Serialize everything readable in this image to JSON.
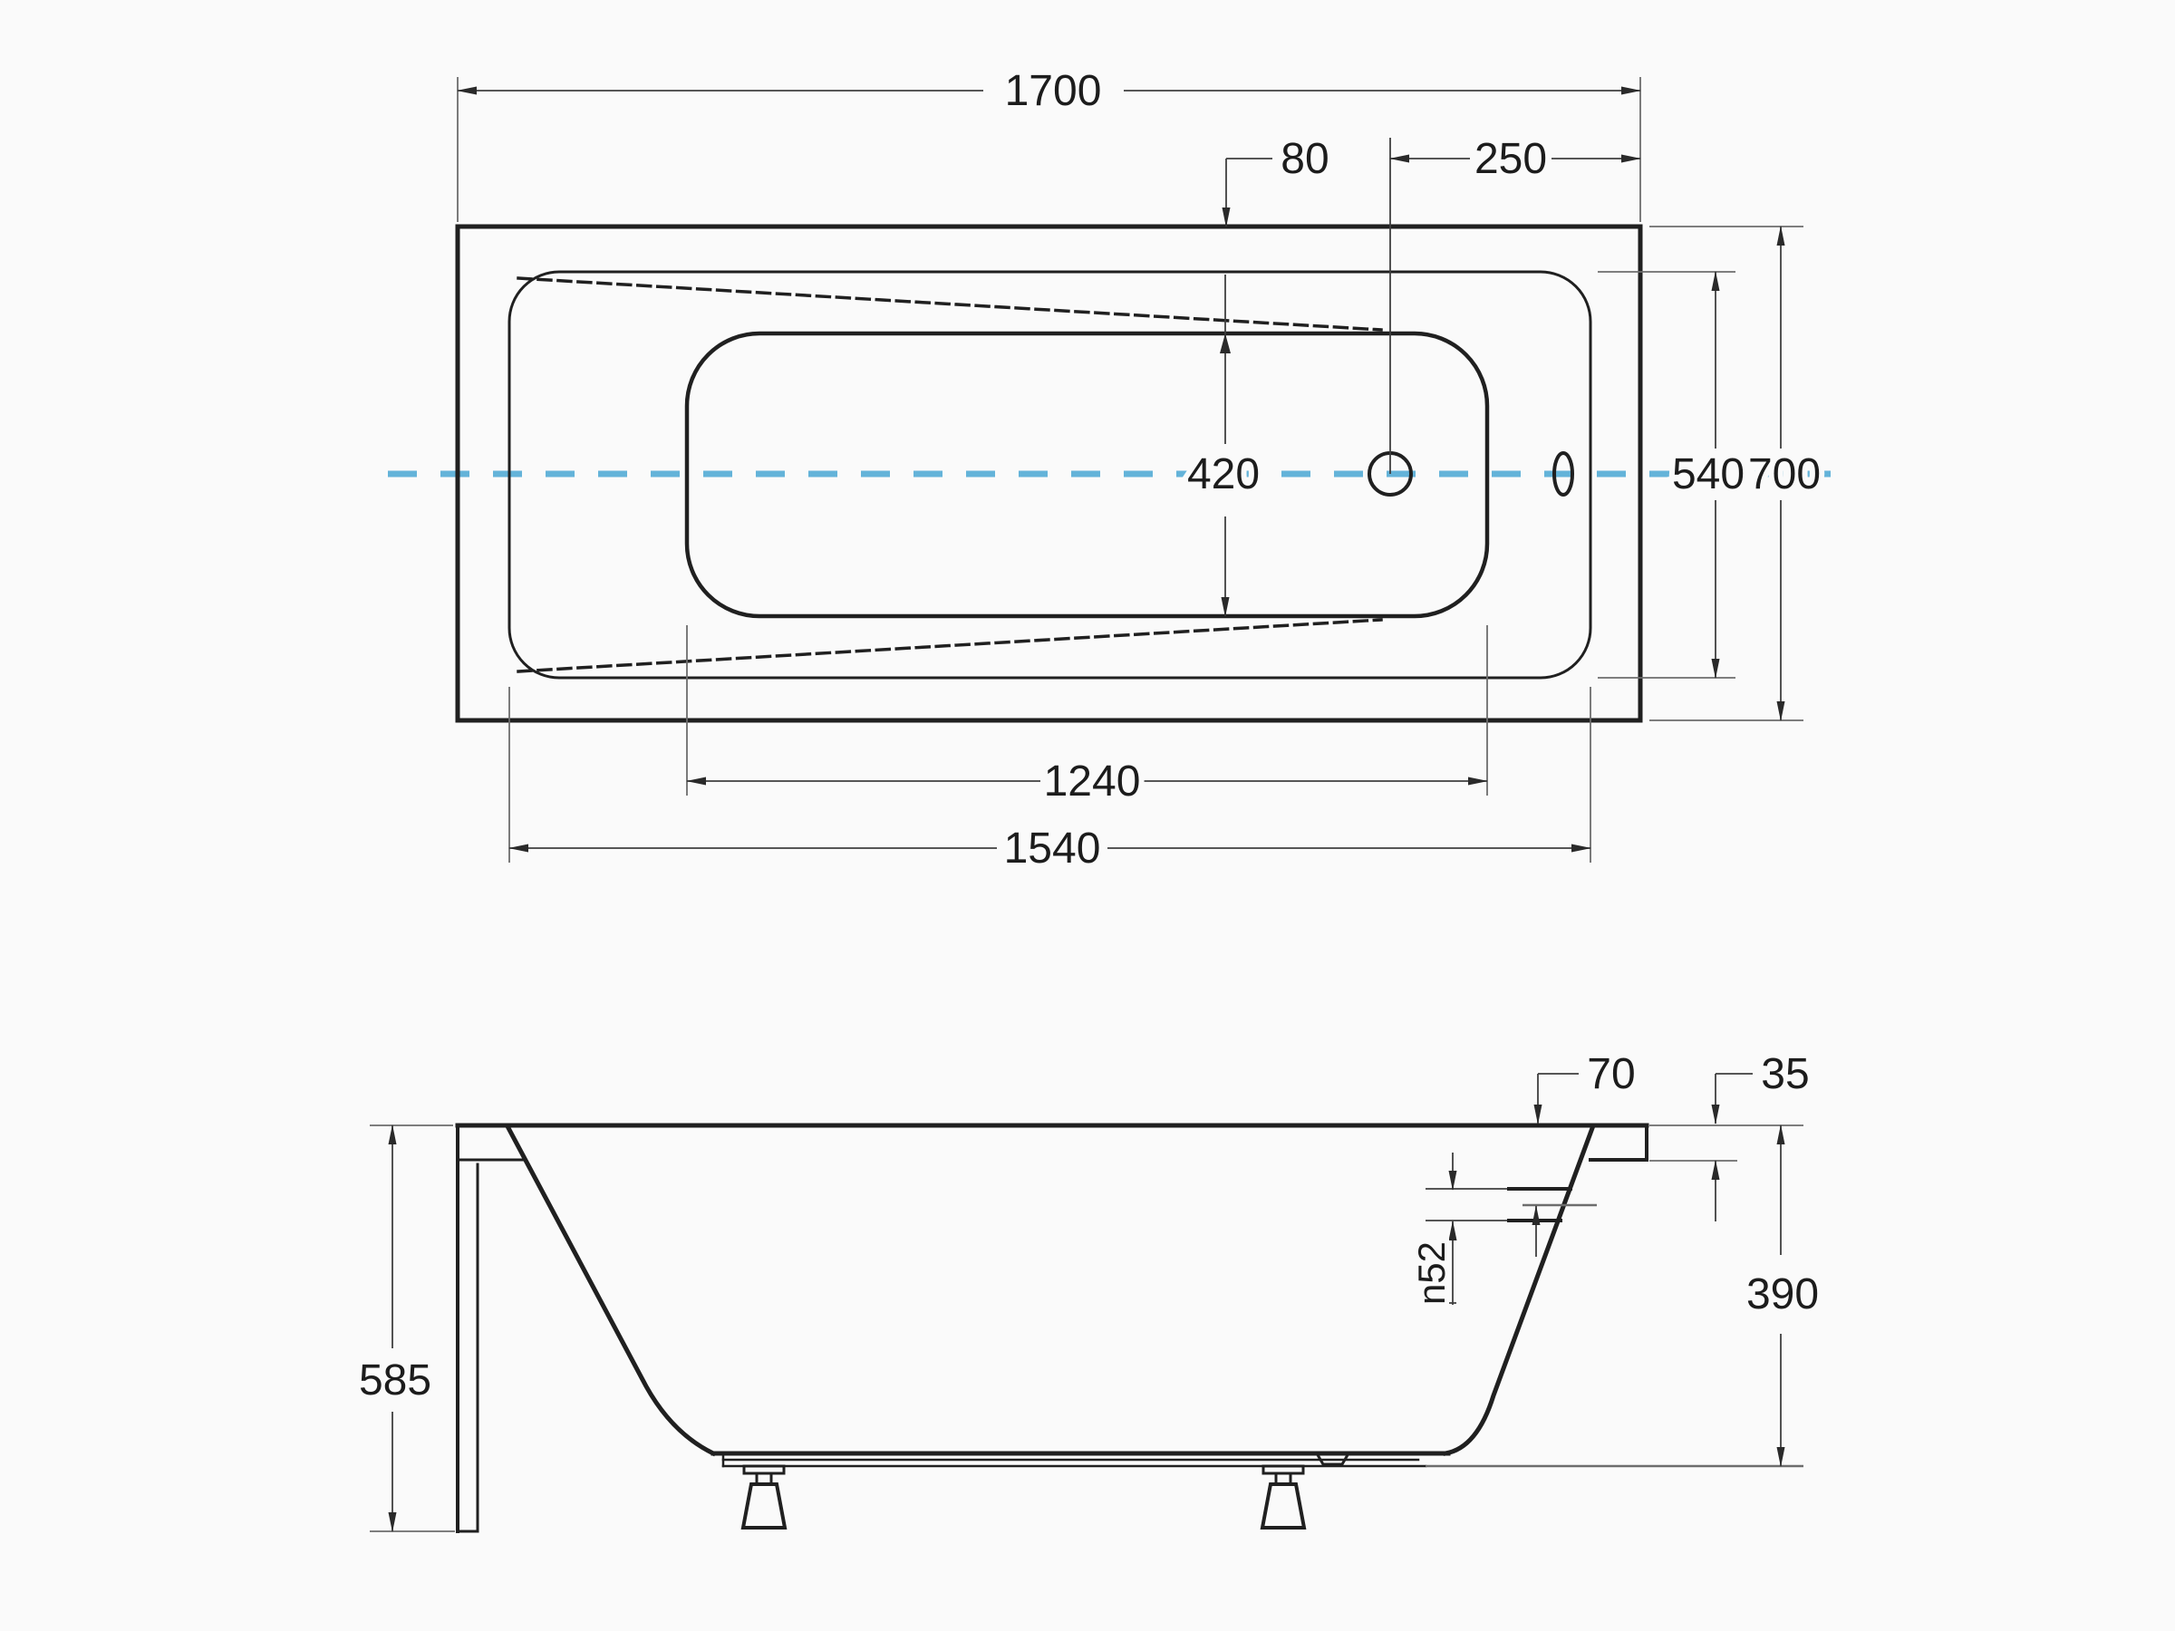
{
  "colors": {
    "centerline_blue": "#64b3d9",
    "line_dark": "#202020",
    "dim_gray": "#6d6d6d",
    "background": "#fafafa"
  },
  "top_view": {
    "overall_length": "1700",
    "drain_offset": "80",
    "drain_to_right_edge": "250",
    "basin_width": "420",
    "rim_width": "540",
    "overall_width": "700",
    "basin_length": "1240",
    "rim_length": "1540"
  },
  "side_view": {
    "rim_overhang": "70",
    "rim_lip_height": "35",
    "overall_height": "585",
    "drain_diameter": "n52",
    "tub_depth": "390"
  }
}
